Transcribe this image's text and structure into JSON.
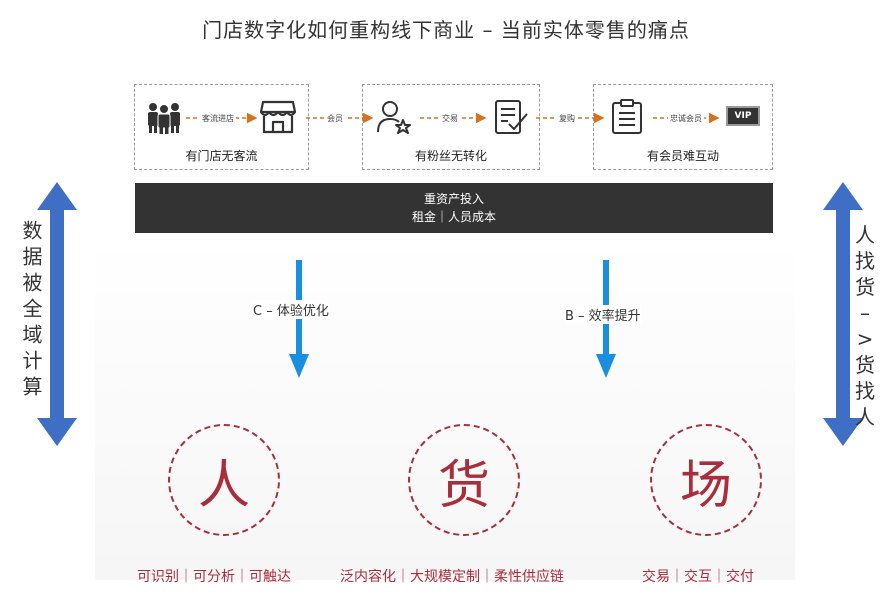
{
  "title": "门店数字化如何重构线下商业 – 当前实体零售的痛点",
  "colors": {
    "accent_red": "#a82e3c",
    "arrow_blue": "#1a8fe0",
    "side_blue": "#3f6fc4",
    "flow_orange": "#d9701c",
    "dark_bar": "#333333"
  },
  "flow": {
    "labels": [
      "客流进店",
      "会员",
      "交易",
      "复购",
      "忠诚会员"
    ],
    "boxes": [
      "有门店无客流",
      "有粉丝无转化",
      "有会员难互动"
    ],
    "icons": [
      "crowd-icon",
      "store-icon",
      "member-star-icon",
      "transaction-document-icon",
      "checklist-icon",
      "vip-badge-icon"
    ],
    "vip_text": "VIP"
  },
  "bar": {
    "line1": "重资产投入",
    "line2": "租金｜人员成本"
  },
  "side_left": "数据被全域计算",
  "side_right": [
    "人",
    "找",
    "货",
    "–",
    ">",
    "货",
    "找",
    "人"
  ],
  "arrows": {
    "left_label": "C – 体验优化",
    "right_label": "B – 效率提升"
  },
  "circles": [
    {
      "char": "人",
      "caption": "可识别｜可分析｜可触达"
    },
    {
      "char": "货",
      "caption": "泛内容化｜大规模定制｜柔性供应链"
    },
    {
      "char": "场",
      "caption": "交易｜交互｜交付"
    }
  ]
}
